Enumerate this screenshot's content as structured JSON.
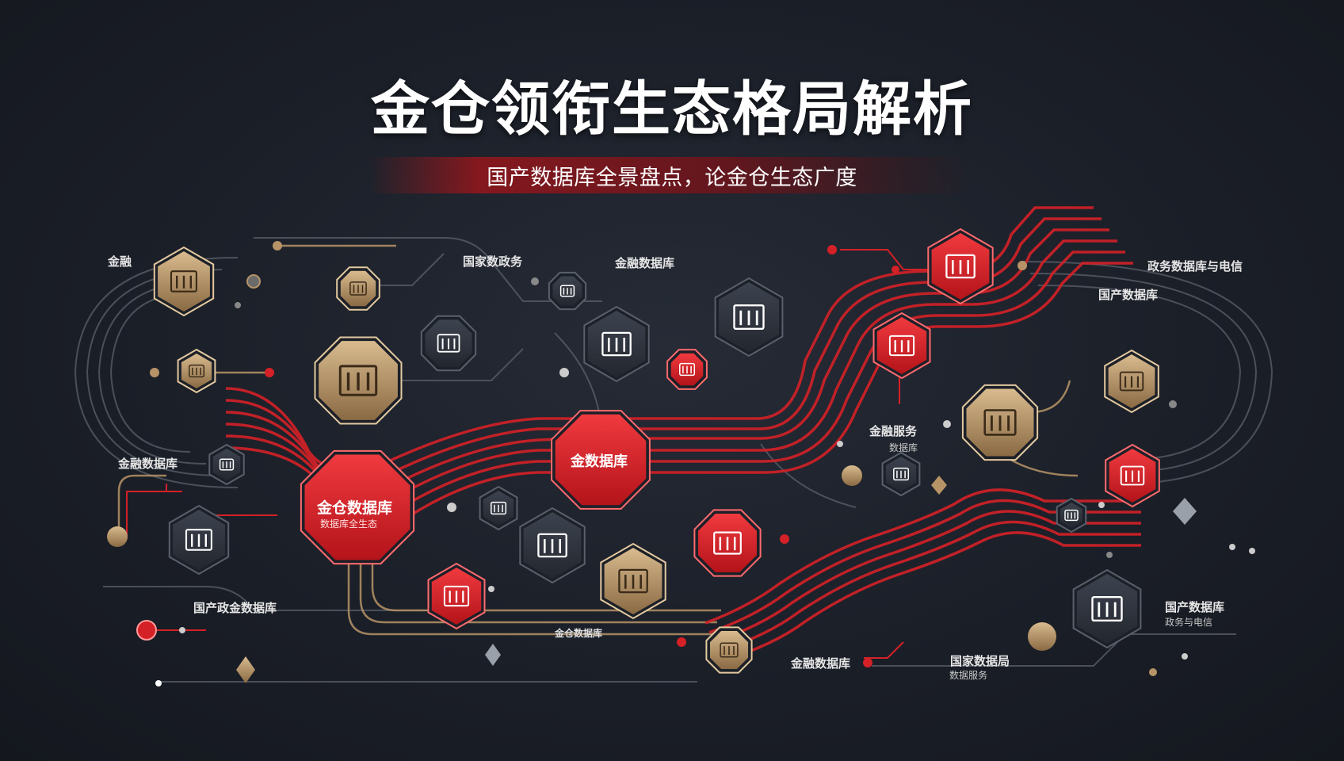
{
  "title": "金仓领衔生态格局解析",
  "subtitle": "国产数据库全景盘点，论金仓生态广度",
  "colors": {
    "background": "#1b1f28",
    "accent_red": "#d42127",
    "gold": "#b79467",
    "dark_node": "#2c313c",
    "line_gray": "#6b7280"
  },
  "labels": {
    "top_left": "金融",
    "gov_affairs": "国家数政务",
    "finance_db": "金融数据库",
    "right_top": "政务数据库与电信",
    "right_second": "国产数据库",
    "left_mid": "金融数据库",
    "center_right": "金融服务",
    "center_right_sub": "数据库",
    "left_bottom": "国产政金数据库",
    "center_bottom": "金仓数据库",
    "bottom_mid": "金融数据库",
    "bottom_right_a": "国家数据局",
    "bottom_right_a_sub": "数据服务",
    "right_bottom": "国产数据库",
    "right_bottom_sub": "政务与电信",
    "hub_center": "金数据库",
    "hub_main": "金仓数据库",
    "hub_main_sub": "数据库全生态"
  },
  "icons": [
    "bank-icon",
    "government-icon",
    "server-icon",
    "document-icon",
    "shield-icon",
    "users-icon",
    "building-icon",
    "network-icon",
    "chart-icon",
    "database-icon",
    "chip-icon",
    "finance-icon"
  ]
}
